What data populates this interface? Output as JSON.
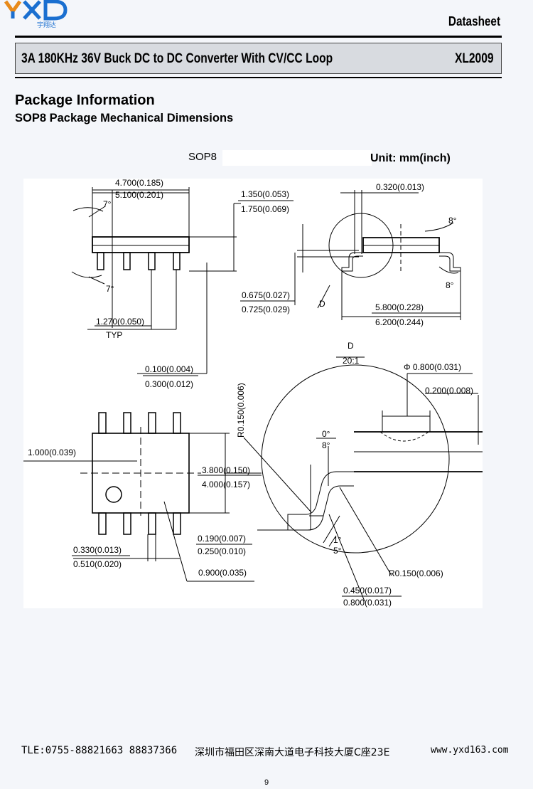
{
  "header": {
    "logo_text": "YXD",
    "logo_subtext": "宇翔达",
    "doc_type": "Datasheet",
    "product_title": "3A 180KHz 36V Buck DC to DC Converter With CV/CC Loop",
    "part_number": "XL2009"
  },
  "section": {
    "title": "Package Information",
    "subtitle": "SOP8 Package Mechanical Dimensions"
  },
  "drawing": {
    "package_label": "SOP8",
    "unit_label": "Unit: mm(inch)",
    "dims": {
      "body_len_min": "4.700(0.185)",
      "body_len_max": "5.100(0.201)",
      "height_min": "1.350(0.053)",
      "height_max": "1.750(0.069)",
      "lead_w": "0.320(0.013)",
      "angle_8a": "8°",
      "angle_8b": "8°",
      "angle_7a": "7°",
      "angle_7b": "7°",
      "standoff_min": "0.675(0.027)",
      "standoff_max": "0.725(0.029)",
      "detail_ref": "D",
      "overall_min": "5.800(0.228)",
      "overall_max": "6.200(0.244)",
      "pitch": "1.270(0.050)",
      "pitch_note": "TYP",
      "detail_title": "D",
      "detail_scale": "20:1",
      "a1_min": "0.100(0.004)",
      "a1_max": "0.300(0.012)",
      "r_vertical": "R0.150(0.006)",
      "phi": "Φ 0.800(0.031)",
      "d020": "0.200(0.008)",
      "ang_0": "0°",
      "ang_8": "8°",
      "d1000": "1.000(0.039)",
      "width_min": "3.800(0.150)",
      "width_max": "4.000(0.157)",
      "c_min": "0.190(0.007)",
      "c_max": "0.250(0.010)",
      "ang_1": "1°",
      "ang_5": "5°",
      "b_min": "0.330(0.013)",
      "b_max": "0.510(0.020)",
      "r_lower": "R0.150(0.006)",
      "d0900": "0.900(0.035)",
      "l_min": "0.450(0.017)",
      "l_max": "0.800(0.031)"
    }
  },
  "footer": {
    "tel": "TLE:0755-88821663  88837366",
    "address": "深圳市福田区深南大道电子科技大厦C座23E",
    "website": "www.yxd163.com",
    "page": "9"
  },
  "colors": {
    "logo_blue": "#1a6fd0",
    "logo_orange": "#e88a1a"
  }
}
